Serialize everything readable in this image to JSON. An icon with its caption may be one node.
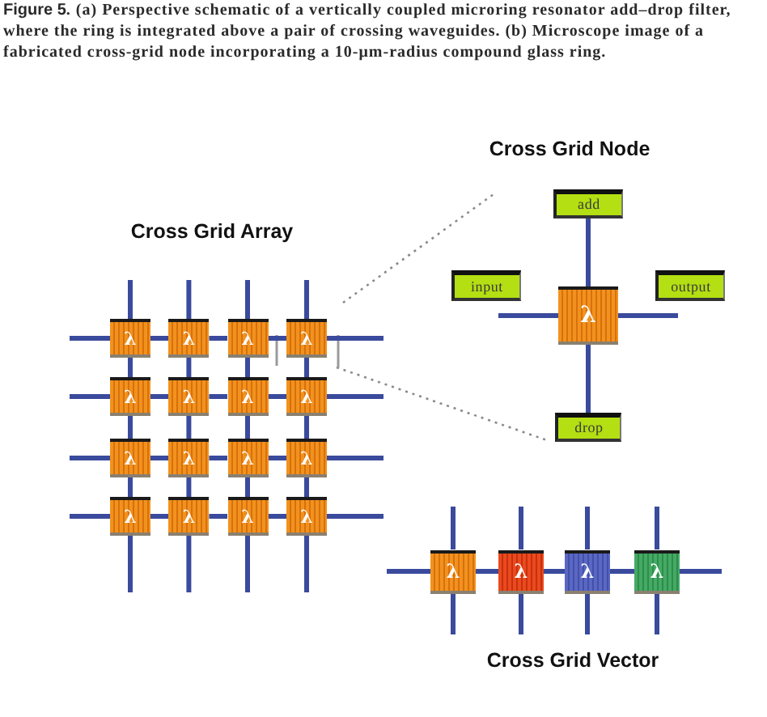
{
  "diagram": {
    "caption": "**Figure 5**. (a) Perspective schematic of a vertically coupled microring resonator add–drop filter, where the ring is integrated above a pair of crossing waveguides. (b) Microscope image of a fabricated cross-grid node incorporating a 10-μm-radius compound glass ring.",
    "nodes": [
      {
        "text": [
          "λ"
        ]
      },
      {
        "text": [
          "λ"
        ]
      },
      {
        "text": [
          "λ"
        ]
      },
      {
        "text": [
          "λ"
        ]
      },
      {
        "text": [
          "λ"
        ]
      },
      {
        "text": [
          "λ"
        ]
      },
      {
        "text": [
          "λ"
        ]
      },
      {
        "text": [
          "λ"
        ]
      },
      {
        "text": [
          "λ"
        ]
      },
      {
        "text": [
          "λ"
        ]
      },
      {
        "text": [
          "λ"
        ]
      },
      {
        "text": [
          "λ"
        ]
      },
      {
        "text": [
          "λ"
        ]
      },
      {
        "text": [
          "λ"
        ]
      },
      {
        "text": [
          "λ"
        ]
      },
      {
        "text": [
          "λ"
        ]
      },
      {
        "text": [
          "add"
        ]
      },
      {
        "text": [
          "input"
        ]
      },
      {
        "text": [
          "λ"
        ]
      },
      {
        "text": [
          "output"
        ]
      },
      {
        "text": [
          "drop"
        ]
      },
      {
        "text": [
          "λ"
        ]
      },
      {
        "text": [
          "λ"
        ]
      },
      {
        "text": [
          "λ"
        ]
      },
      {
        "text": [
          "λ"
        ]
      }
    ],
    "edges": [
      {
        "from": null,
        "to": 0,
        "arrow": "none"
      },
      {
        "from": 0,
        "to": 1,
        "arrow": "none"
      },
      {
        "from": 1,
        "to": 2,
        "arrow": "none"
      },
      {
        "from": 2,
        "to": 3,
        "arrow": "none"
      },
      {
        "from": 3,
        "to": null,
        "arrow": "none"
      },
      {
        "from": null,
        "to": 4,
        "arrow": "none"
      },
      {
        "from": 4,
        "to": 5,
        "arrow": "none"
      },
      {
        "from": 5,
        "to": 6,
        "arrow": "none"
      },
      {
        "from": 6,
        "to": 7,
        "arrow": "none"
      },
      {
        "from": 7,
        "to": null,
        "arrow": "none"
      },
      {
        "from": null,
        "to": 8,
        "arrow": "none"
      },
      {
        "from": 8,
        "to": 9,
        "arrow": "none"
      },
      {
        "from": 9,
        "to": 10,
        "arrow": "none"
      },
      {
        "from": 10,
        "to": 11,
        "arrow": "none"
      },
      {
        "from": 11,
        "to": null,
        "arrow": "none"
      },
      {
        "from": null,
        "to": 12,
        "arrow": "none"
      },
      {
        "from": 12,
        "to": 13,
        "arrow": "none"
      },
      {
        "from": 13,
        "to": 14,
        "arrow": "none"
      },
      {
        "from": 14,
        "to": 15,
        "arrow": "none"
      },
      {
        "from": 15,
        "to": null,
        "arrow": "none"
      },
      {
        "from": null,
        "to": 0,
        "arrow": "none"
      },
      {
        "from": 0,
        "to": 4,
        "arrow": "none"
      },
      {
        "from": 4,
        "to": 8,
        "arrow": "none"
      },
      {
        "from": 8,
        "to": 12,
        "arrow": "none"
      },
      {
        "from": 12,
        "to": null,
        "arrow": "none"
      },
      {
        "from": null,
        "to": 1,
        "arrow": "none"
      },
      {
        "from": 1,
        "to": 5,
        "arrow": "none"
      },
      {
        "from": 5,
        "to": 9,
        "arrow": "none"
      },
      {
        "from": 9,
        "to": 13,
        "arrow": "none"
      },
      {
        "from": 13,
        "to": null,
        "arrow": "none"
      },
      {
        "from": null,
        "to": 2,
        "arrow": "none"
      },
      {
        "from": 2,
        "to": 6,
        "arrow": "none"
      },
      {
        "from": 6,
        "to": 10,
        "arrow": "none"
      },
      {
        "from": 10,
        "to": 14,
        "arrow": "none"
      },
      {
        "from": 14,
        "to": null,
        "arrow": "none"
      },
      {
        "from": null,
        "to": 3,
        "arrow": "none"
      },
      {
        "from": 3,
        "to": 7,
        "arrow": "none"
      },
      {
        "from": 7,
        "to": 11,
        "arrow": "none"
      },
      {
        "from": 11,
        "to": 15,
        "arrow": "none"
      },
      {
        "from": 15,
        "to": null,
        "arrow": "none"
      },
      {
        "from": 18,
        "to": 16,
        "arrow": "none"
      },
      {
        "from": 18,
        "to": 17,
        "arrow": "none"
      },
      {
        "from": 18,
        "to": 19,
        "arrow": "none"
      },
      {
        "from": 18,
        "to": 20,
        "arrow": "none"
      },
      {
        "from": null,
        "to": 21,
        "arrow": "none"
      },
      {
        "from": 21,
        "to": 22,
        "arrow": "none"
      },
      {
        "from": 22,
        "to": 23,
        "arrow": "none"
      },
      {
        "from": 23,
        "to": 24,
        "arrow": "none"
      },
      {
        "from": 24,
        "to": null,
        "arrow": "none"
      },
      {
        "from": null,
        "to": 21,
        "arrow": "none"
      },
      {
        "from": 21,
        "to": null,
        "arrow": "none"
      },
      {
        "from": null,
        "to": 22,
        "arrow": "none"
      },
      {
        "from": 22,
        "to": null,
        "arrow": "none"
      },
      {
        "from": null,
        "to": 23,
        "arrow": "none"
      },
      {
        "from": 23,
        "to": null,
        "arrow": "none"
      },
      {
        "from": null,
        "to": 24,
        "arrow": "none"
      },
      {
        "from": 24,
        "to": null,
        "arrow": "none"
      }
    ],
    "labels": [
      "Cross Grid Node",
      "Cross Grid Array",
      "Cross Grid Vector"
    ]
  }
}
